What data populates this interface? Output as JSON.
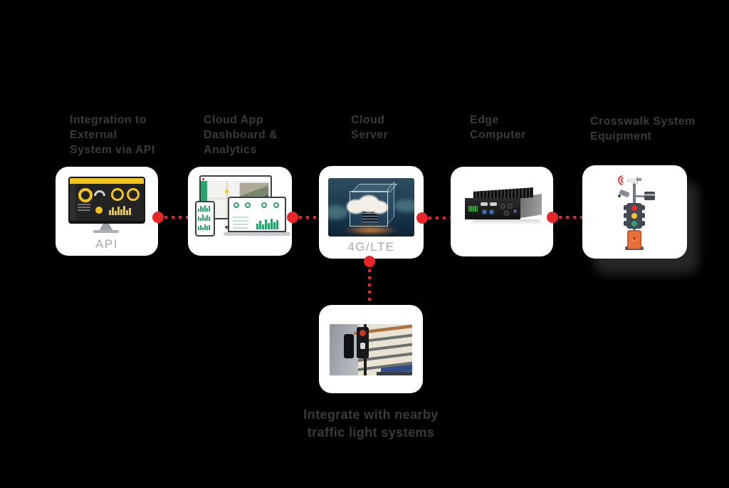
{
  "diagram": {
    "background": "#000000",
    "accent_red": "#e8262a",
    "card_bg": "#ffffff",
    "title_color": "#3a3a3a",
    "sublabel_color": "#a8a8a8",
    "green_accent": "#2fa06e",
    "yellow_accent": "#f2c51d"
  },
  "nodes": [
    {
      "title": "Integration to\nExternal\nSystem via API",
      "sublabel": "API",
      "icon": "api-dashboard-monitor"
    },
    {
      "title": "Cloud App\nDashboard &\nAnalytics",
      "sublabel": "",
      "icon": "multi-device-dashboard"
    },
    {
      "title": "Cloud\nServer",
      "sublabel": "4G/LTE",
      "icon": "cloud-server-photo"
    },
    {
      "title": "Edge\nComputer",
      "sublabel": "",
      "icon": "edge-computer-photo"
    },
    {
      "title": "Crosswalk System\nEquipment",
      "sublabel": "",
      "icon": "crosswalk-pole-illustration"
    }
  ],
  "sub_node": {
    "caption": "Integrate with nearby\ntraffic light systems",
    "icon": "traffic-light-photo"
  }
}
